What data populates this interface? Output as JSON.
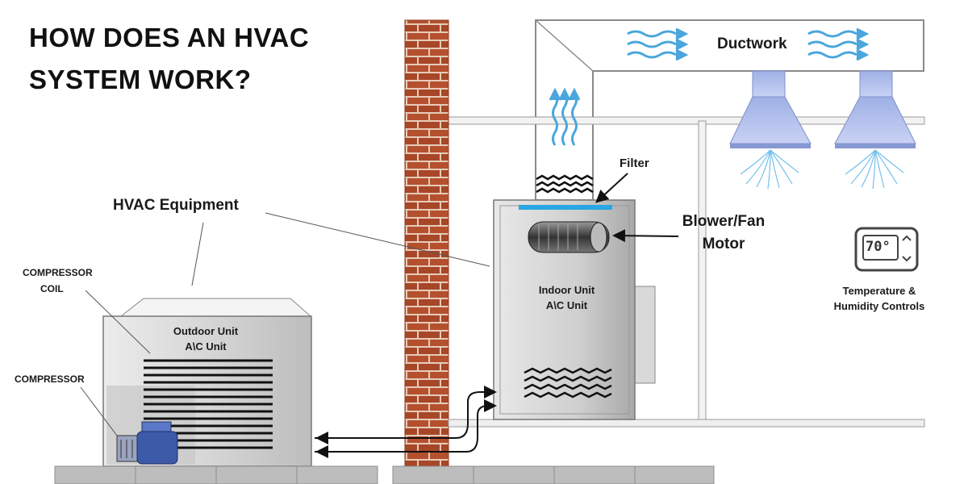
{
  "title": {
    "line1": "HOW DOES AN HVAC",
    "line2": "SYSTEM WORK?"
  },
  "labels": {
    "ductwork": "Ductwork",
    "filter": "Filter",
    "hvac_equipment": "HVAC Equipment",
    "blower_line1": "Blower/Fan",
    "blower_line2": "Motor",
    "compressor_coil_line1": "COMPRESSOR",
    "compressor_coil_line2": "COIL",
    "compressor": "COMPRESSOR",
    "outdoor_line1": "Outdoor Unit",
    "outdoor_line2": "A\\C Unit",
    "indoor_line1": "Indoor Unit",
    "indoor_line2": "A\\C Unit",
    "controls_line1": "Temperature &",
    "controls_line2": "Humidity Controls"
  },
  "thermostat": {
    "display": "70°"
  },
  "colors": {
    "brick": "#b5502e",
    "mortar": "#e6cbb8",
    "airflow": "#4aa6dc",
    "filter_bar": "#29a6e3",
    "unit_gray": "#cfcfcf",
    "vent_blue": "#b8c4ee",
    "concrete": "#bdbdbd"
  }
}
